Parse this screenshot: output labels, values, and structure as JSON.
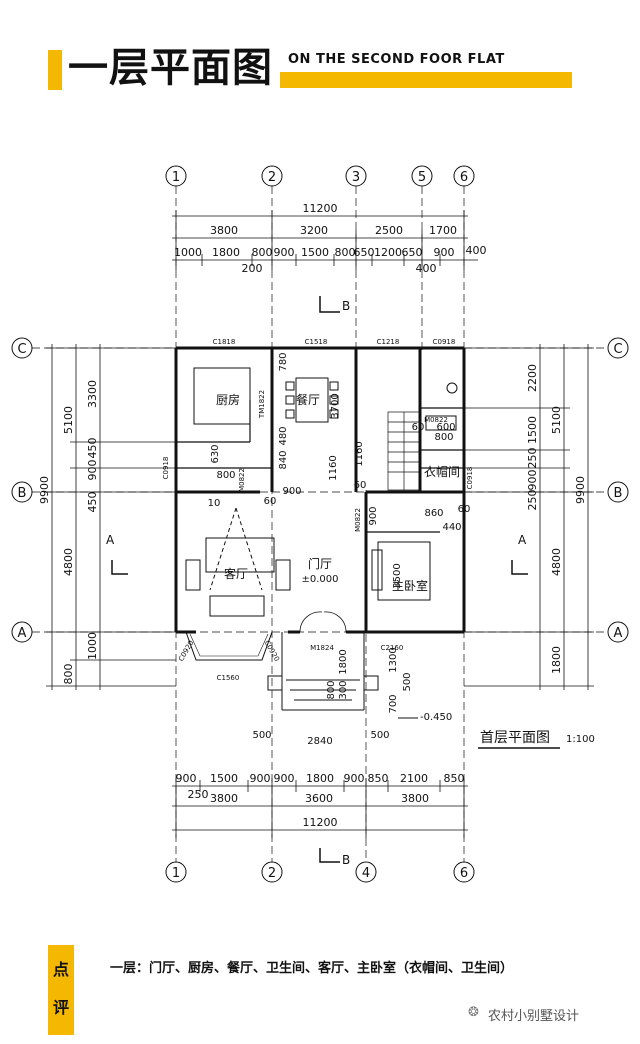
{
  "header": {
    "title": "一层平面图",
    "subtitle": "ON THE SECOND FOOR FLAT"
  },
  "plan": {
    "axes_top": [
      "1",
      "2",
      "3",
      "5",
      "6"
    ],
    "axes_bottom": [
      "1",
      "2",
      "4",
      "6"
    ],
    "axes_side": [
      "C",
      "B",
      "A"
    ],
    "dims_top_total": "11200",
    "dims_top_row2": [
      "3800",
      "3200",
      "2500",
      "1700"
    ],
    "dims_top_row3": [
      "1000",
      "1800",
      "800",
      "900",
      "1500",
      "800",
      "650",
      "1200",
      "650",
      "900",
      "400"
    ],
    "dims_top_small": [
      "200",
      "400"
    ],
    "dims_bottom_row1": [
      "900",
      "1500",
      "900",
      "900",
      "1800",
      "900",
      "850",
      "2100",
      "850"
    ],
    "dims_bottom_row2": [
      "250",
      "3800",
      "3600",
      "3800"
    ],
    "dims_bottom_total": "11200",
    "dims_left_total": "9900",
    "dims_left": [
      "5100",
      "4800",
      "3300",
      "450",
      "900",
      "450",
      "1000",
      "800"
    ],
    "dims_right_total": "9900",
    "dims_right": [
      "5100",
      "4800",
      "2200",
      "1500",
      "250",
      "900",
      "250",
      "1800"
    ],
    "rooms": {
      "kitchen": "厨房",
      "dining": "餐厅",
      "living": "客厅",
      "foyer": "门厅",
      "foyer_level": "±0.000",
      "master": "主卧室",
      "closet": "衣帽间"
    },
    "windows": [
      "C1818",
      "C1518",
      "C1218",
      "C0918",
      "C0918",
      "C0918",
      "C1560",
      "C0920",
      "C0920",
      "C2160",
      "M1824",
      "M0822",
      "M0822",
      "M0822",
      "TM1822"
    ],
    "inner_dims": [
      "780",
      "3700",
      "480",
      "800",
      "600",
      "1160",
      "60",
      "860",
      "440",
      "3500",
      "1300",
      "500",
      "1800",
      "300",
      "700",
      "800",
      "2840",
      "500",
      "500",
      "900",
      "60",
      "60",
      "10",
      "840",
      "900",
      "630",
      "800",
      "60",
      "1160"
    ],
    "section_mark": "B",
    "section_a": "A",
    "exterior_level": "-0.450",
    "plan_label": "首层平面图",
    "scale": "1:100"
  },
  "comment": {
    "tag_1": "点",
    "tag_2": "评",
    "text": "一层：门厅、厨房、餐厅、卫生间、客厅、主卧室（衣帽间、卫生间）",
    "brand": "农村小别墅设计"
  }
}
